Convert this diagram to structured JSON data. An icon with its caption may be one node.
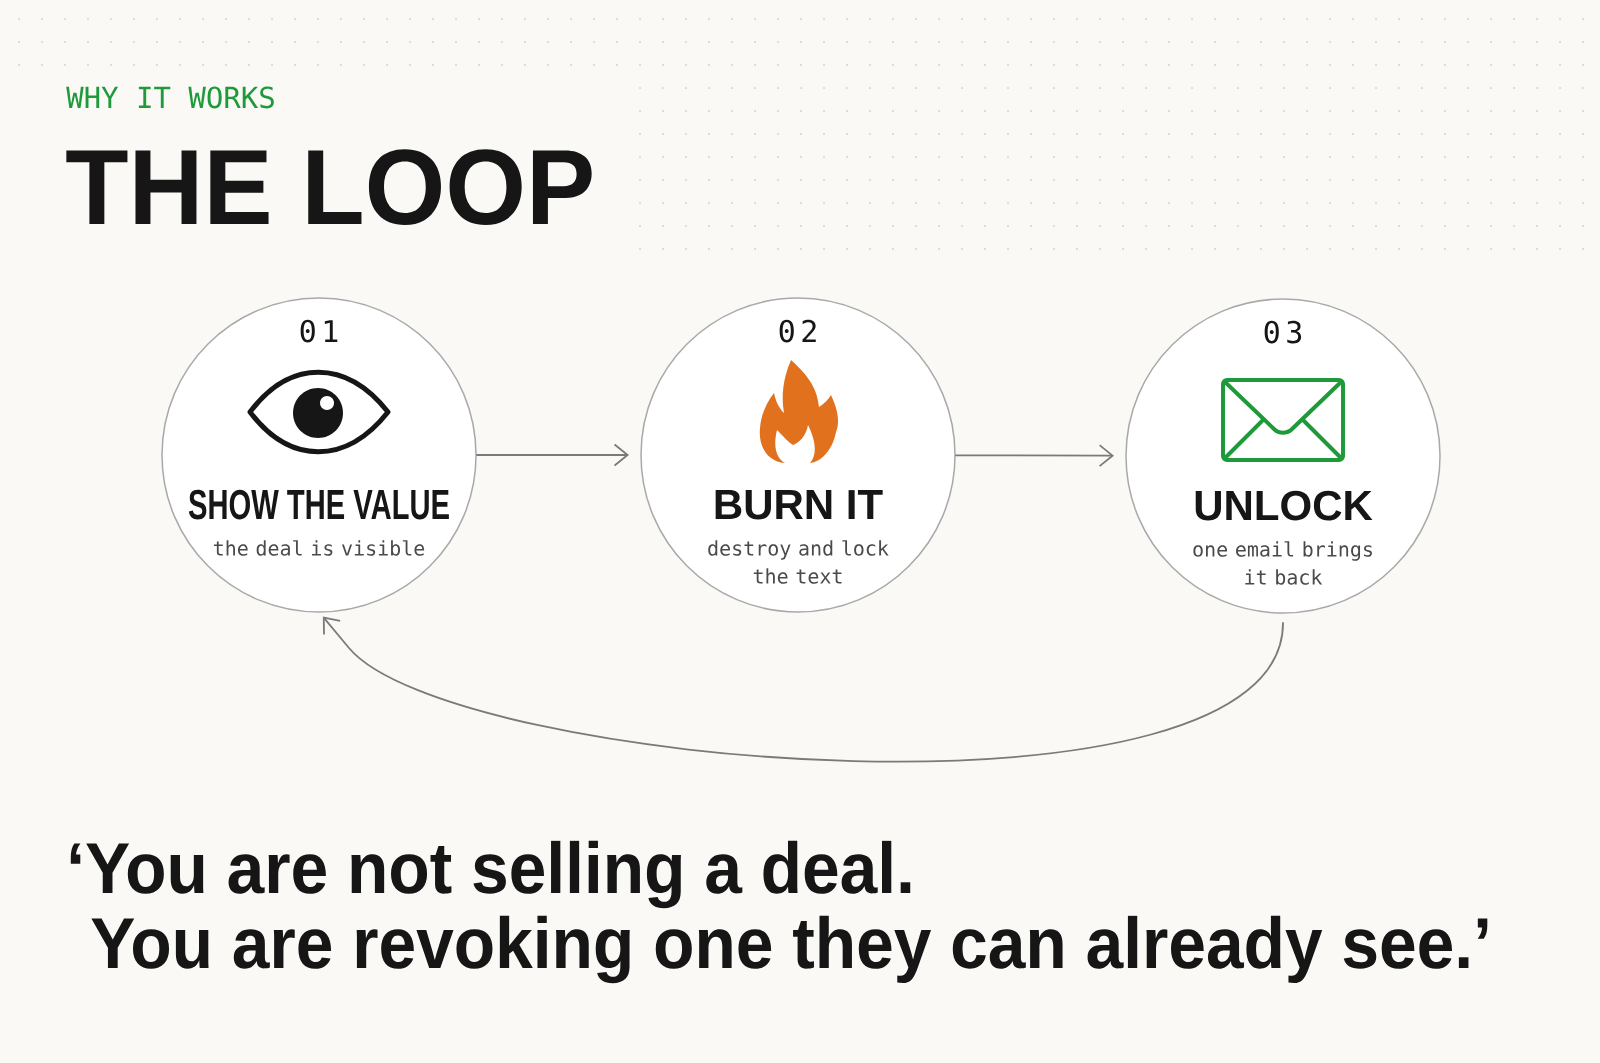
{
  "diagram": {
    "title": "THE LOOP",
    "nodes": [
      {
        "text": [
          "01",
          "SHOW THE VALUE",
          "the deal is visible"
        ]
      },
      {
        "text": [
          "02",
          "BURN IT",
          "destroy and lock the text"
        ]
      },
      {
        "text": [
          "03",
          "UNLOCK",
          "one email brings it back"
        ]
      }
    ],
    "edges": [
      {
        "from": 0,
        "to": 1,
        "arrow": "to"
      },
      {
        "from": 1,
        "to": 2,
        "arrow": "to"
      },
      {
        "from": 2,
        "to": 0,
        "arrow": "to"
      }
    ],
    "labels": [
      "WHY IT WORKS",
      "‘You are not selling a deal.",
      "You are revoking one they can already see.’"
    ]
  }
}
